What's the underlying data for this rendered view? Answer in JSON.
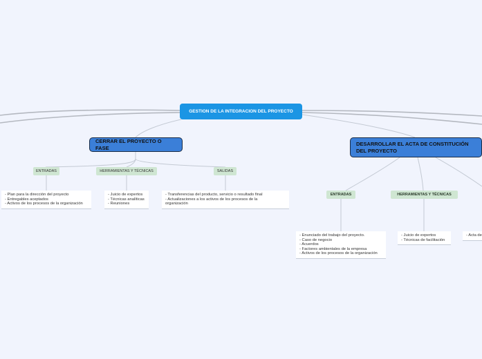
{
  "central": {
    "title": "GESTION DE LA INTEGRACION DEL PROYECTO"
  },
  "branches": {
    "cerrar": {
      "title": "CERRAR EL PROYECTO O FASE",
      "entradas_label": "ENTRADAS",
      "herramientas_label": "HERRAMIENTAS Y TÉCNICAS",
      "salidas_label": "SALIDAS",
      "entradas_items": [
        "- Plan para la dirección del proyecto",
        "- Entregables aceptados",
        "- Activos de los procesos de la organización"
      ],
      "herramientas_items": [
        "- Juicio de expertos",
        "- Técnicas analíticas",
        "- Reuniones"
      ],
      "salidas_items": [
        "- Transferencias del producto, servicio o resultado final",
        "- Actualizaciones a los activos de los procesos de la",
        "organización"
      ]
    },
    "desarrollar": {
      "title_line1": "DESARROLLAR EL ACTA DE CONSTITUCIÓN",
      "title_line2": "DEL PROYECTO",
      "entradas_label": "ENTRADAS",
      "herramientas_label": "HERRAMIENTAS Y TÉCNICAS",
      "entradas_items": [
        "- Enunciado del trabajo del proyecto.",
        "- Caso de negocio",
        "- Acuerdos",
        "- Factores ambientales de la empresa",
        "- Activos de los procesos de la organización"
      ],
      "herramientas_items": [
        "- Juicio de expertos",
        "- Técnicas de facilitación"
      ],
      "salidas_partial": "- Acta de"
    }
  }
}
